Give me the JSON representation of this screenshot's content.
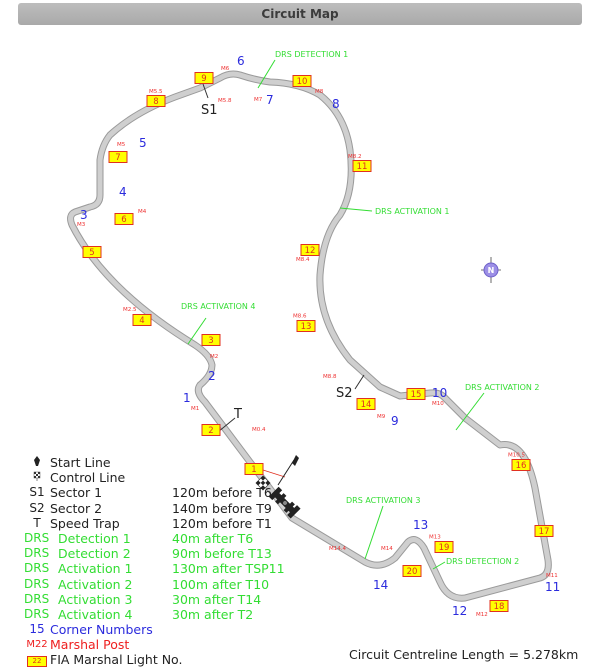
{
  "header": {
    "title": "Circuit Map"
  },
  "colors": {
    "track": "#c8c8c8",
    "track_edge": "#9a9a9a",
    "corner": "#2b2bdd",
    "marshal": "#ee3030",
    "drs": "#33dd33",
    "light_fill": "#ffff00",
    "light_border": "#e03020"
  },
  "corners": [
    "1",
    "2",
    "3",
    "4",
    "5",
    "6",
    "7",
    "8",
    "9",
    "10",
    "11",
    "12",
    "13",
    "14"
  ],
  "marshal_posts": [
    "M1",
    "M2",
    "M2.5",
    "M3",
    "M4",
    "M5",
    "M5.5",
    "M5.8",
    "M6",
    "M7",
    "M8",
    "M8.2",
    "M8.4",
    "M8.6",
    "M8.8",
    "M9",
    "M10",
    "M10.5",
    "M11",
    "M12",
    "M13",
    "M14",
    "M14.4",
    "M0.4"
  ],
  "marshal_lights": [
    "1",
    "2",
    "3",
    "4",
    "5",
    "6",
    "7",
    "8",
    "9",
    "10",
    "11",
    "12",
    "13",
    "14",
    "15",
    "16",
    "17",
    "18",
    "19",
    "20"
  ],
  "drs_labels": {
    "detection_1": "DRS DETECTION 1",
    "detection_2": "DRS DETECTION 2",
    "activation_1": "DRS ACTIVATION 1",
    "activation_2": "DRS ACTIVATION 2",
    "activation_3": "DRS ACTIVATION 3",
    "activation_4": "DRS ACTIVATION 4"
  },
  "sectors": {
    "s1": "S1",
    "s2": "S2",
    "speed_trap": "T"
  },
  "compass": {
    "label": "N"
  },
  "legend": [
    {
      "symbol": "start-line-icon",
      "label": "Start Line",
      "desc": "",
      "color": "black"
    },
    {
      "symbol": "control-line-icon",
      "label": "Control Line",
      "desc": "",
      "color": "black"
    },
    {
      "symbol": "S1",
      "label": "Sector 1",
      "desc": "120m before T6",
      "color": "black"
    },
    {
      "symbol": "S2",
      "label": "Sector 2",
      "desc": "140m before T9",
      "color": "black"
    },
    {
      "symbol": "T",
      "label": "Speed Trap",
      "desc": "120m before T1",
      "color": "black"
    },
    {
      "symbol": "DRS",
      "label": "Detection 1",
      "desc": "40m after T6",
      "color": "green"
    },
    {
      "symbol": "DRS",
      "label": "Detection 2",
      "desc": "90m before T13",
      "color": "green"
    },
    {
      "symbol": "DRS",
      "label": "Activation 1",
      "desc": "130m after TSP11",
      "color": "green"
    },
    {
      "symbol": "DRS",
      "label": "Activation 2",
      "desc": "100m after T10",
      "color": "green"
    },
    {
      "symbol": "DRS",
      "label": "Activation 3",
      "desc": "30m after T14",
      "color": "green"
    },
    {
      "symbol": "DRS",
      "label": "Activation 4",
      "desc": "30m after T2",
      "color": "green"
    },
    {
      "symbol": "15",
      "label": "Corner Numbers",
      "desc": "",
      "color": "blue"
    },
    {
      "symbol": "M22",
      "label": "Marshal Post",
      "desc": "",
      "color": "red"
    },
    {
      "symbol": "22",
      "label": "FIA Marshal Light No.",
      "desc": "",
      "color": "black"
    }
  ],
  "footer": {
    "length_text": "Circuit Centreline Length = 5.278km"
  }
}
